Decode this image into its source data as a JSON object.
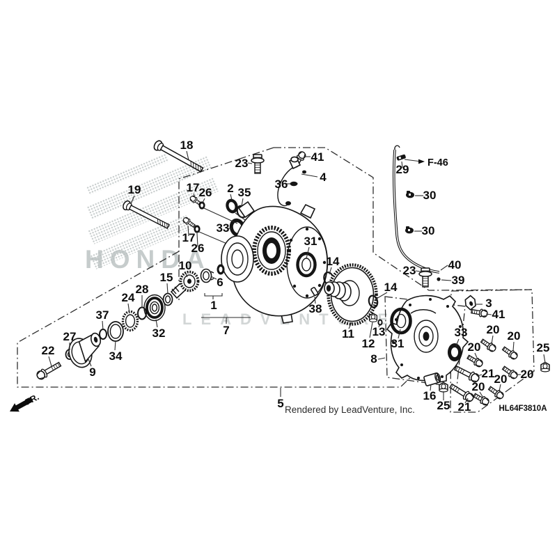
{
  "texts": {
    "ref": "F-46",
    "part_code": "HL64F3810A",
    "credit": "Rendered by LeadVenture, Inc.",
    "direction": "FR.",
    "wm_honda": "HONDA",
    "wm_leadventure": "LEADVENTURE",
    "wm_v": "V"
  },
  "callouts": {
    "p18": "18",
    "p19": "19",
    "p23t": "23",
    "p41t": "41",
    "p4": "4",
    "p36": "36",
    "p2": "2",
    "p35": "35",
    "p17a": "17",
    "p26a": "26",
    "p17b": "17",
    "p26b": "26",
    "p33l": "33",
    "p29": "29",
    "p30a": "30",
    "p30b": "30",
    "p40": "40",
    "p39": "39",
    "p23r": "23",
    "p31l": "31",
    "p14l": "14",
    "p38": "38",
    "p11": "11",
    "p12": "12",
    "p13": "13",
    "p14r": "14",
    "p10": "10",
    "p15": "15",
    "p28": "28",
    "p32": "32",
    "p24": "24",
    "p37": "37",
    "p34": "34",
    "p27": "27",
    "p22": "22",
    "p9": "9",
    "p6": "6",
    "p1": "1",
    "p7": "7",
    "p5": "5",
    "p8": "8",
    "p31r": "31",
    "p33r": "33",
    "p16": "16",
    "p25a": "25",
    "p25b": "25",
    "p3": "3",
    "p41r": "41",
    "p20a": "20",
    "p20b": "20",
    "p20c": "20",
    "p20d": "20",
    "p20e": "20",
    "p20f": "20",
    "p21a": "21",
    "p21b": "21"
  }
}
